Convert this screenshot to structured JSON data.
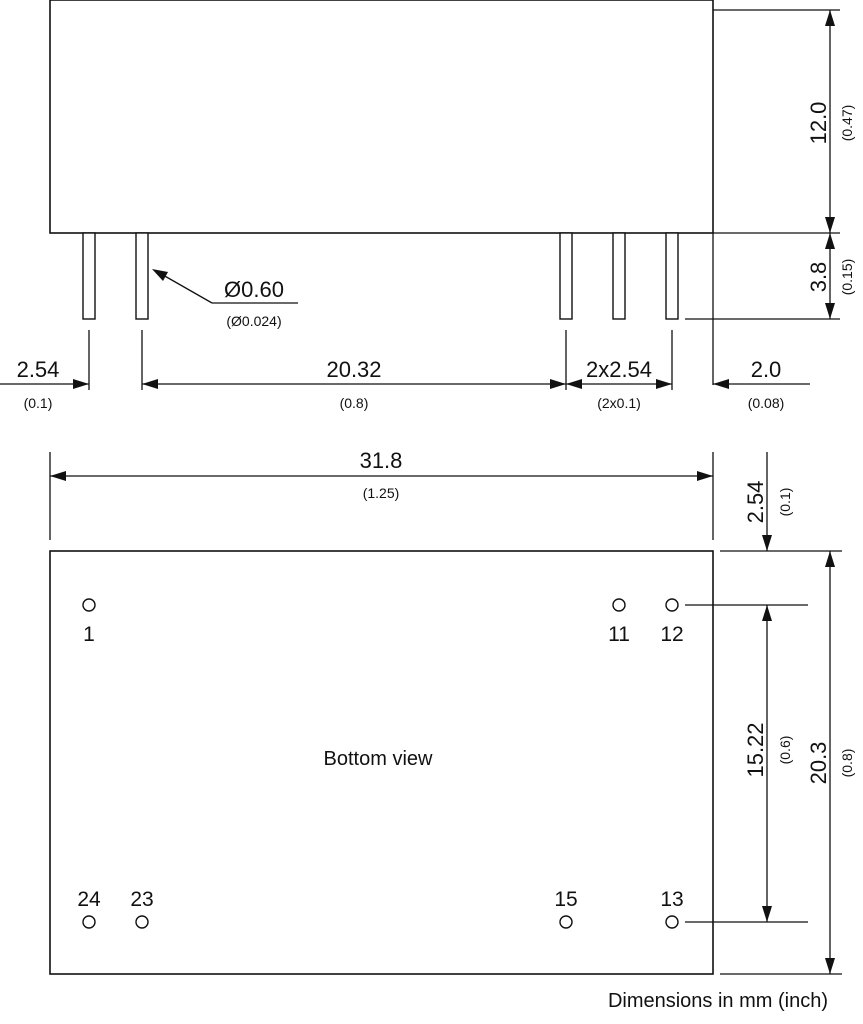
{
  "side_view": {
    "height_main": "12.0",
    "height_main_inch": "(0.47)",
    "height_pin": "3.8",
    "height_pin_inch": "(0.15)",
    "pin_diameter": "Ø0.60",
    "pin_diameter_inch": "(Ø0.024)",
    "dim_2_54": "2.54",
    "dim_2_54_inch": "(0.1)",
    "dim_20_32": "20.32",
    "dim_20_32_inch": "(0.8)",
    "dim_2x2_54": "2x2.54",
    "dim_2x2_54_inch": "(2x0.1)",
    "dim_2_0": "2.0",
    "dim_2_0_inch": "(0.08)"
  },
  "bottom_view": {
    "width": "31.8",
    "width_inch": "(1.25)",
    "offset": "2.54",
    "offset_inch": "(0.1)",
    "pin_span": "15.22",
    "pin_span_inch": "(0.6)",
    "depth": "20.3",
    "depth_inch": "(0.8)",
    "label": "Bottom view",
    "pins": {
      "p1": "1",
      "p11": "11",
      "p12": "12",
      "p24": "24",
      "p23": "23",
      "p15": "15",
      "p13": "13"
    }
  },
  "footer": {
    "units_note": "Dimensions in mm (inch)"
  }
}
